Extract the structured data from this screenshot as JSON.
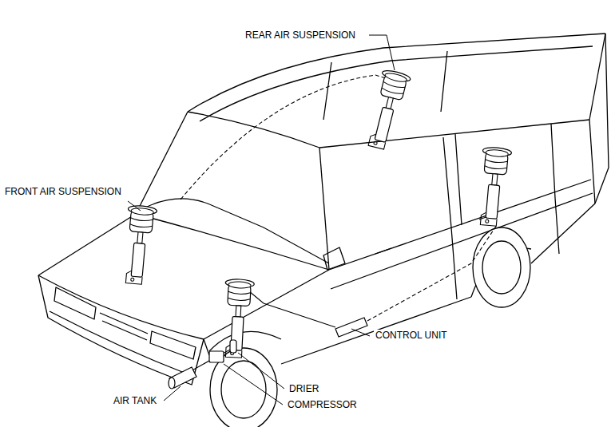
{
  "diagram": {
    "labels": [
      "REAR AIR SUSPENSION",
      "FRONT AIR SUSPENSION",
      "CONTROL UNIT",
      "DRIER",
      "AIR TANK",
      "COMPRESSOR"
    ]
  }
}
